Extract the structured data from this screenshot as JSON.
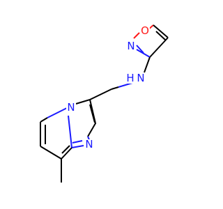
{
  "molecule": {
    "atoms": [
      {
        "id": "O1",
        "symbol": "O"
      },
      {
        "id": "N2",
        "symbol": "N"
      },
      {
        "id": "N3",
        "symbol": "N",
        "hydrogen": "H"
      },
      {
        "id": "N4",
        "symbol": "N"
      },
      {
        "id": "N5",
        "symbol": "N"
      }
    ]
  },
  "colors": {
    "bond": "#000000",
    "nitrogen": "#1a1aff",
    "oxygen": "#ff1a1a",
    "background": "#ffffff"
  }
}
